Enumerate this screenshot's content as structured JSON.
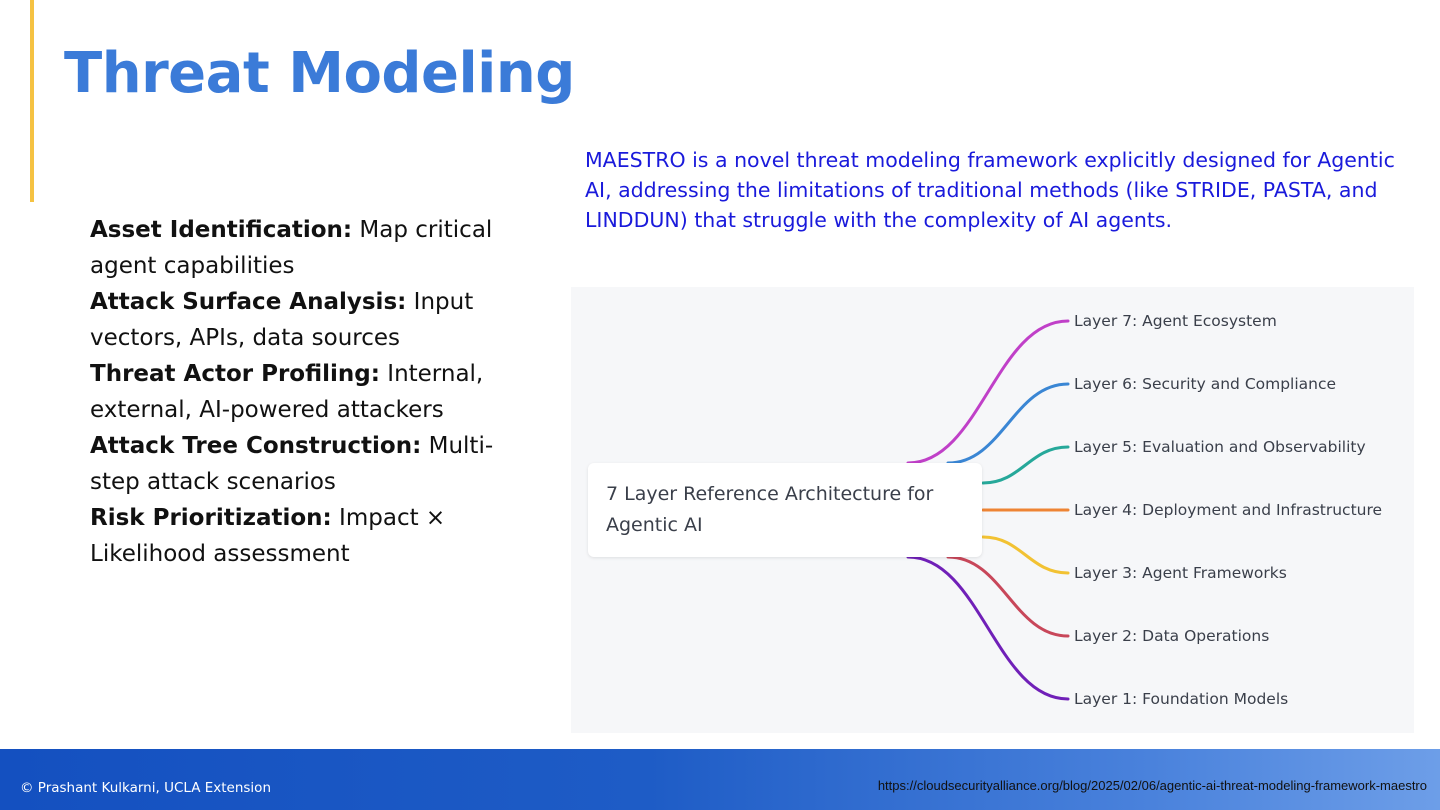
{
  "slide": {
    "title": "Threat Modeling",
    "bullets": [
      {
        "term": "Asset Identification:",
        "text": " Map critical agent capabilities"
      },
      {
        "term": "Attack Surface Analysis:",
        "text": " Input vectors, APIs, data sources"
      },
      {
        "term": "Threat Actor Profiling:",
        "text": " Internal, external, AI-powered attackers"
      },
      {
        "term": "Attack Tree Construction:",
        "text": " Multi-step attack scenarios"
      },
      {
        "term": "Risk Prioritization:",
        "text": " Impact × Likelihood assessment"
      }
    ],
    "intro": "MAESTRO is a novel threat modeling framework explicitly designed for Agentic AI, addressing the limitations of traditional methods (like STRIDE, PASTA, and LINDDUN) that struggle with the complexity of AI agents.",
    "accent_color": "#f5c242",
    "title_color": "#3b7bd8",
    "intro_color": "#1a1adb"
  },
  "diagram": {
    "root": "7 Layer Reference Architecture for Agentic AI",
    "layers": [
      {
        "label": "Layer 7: Agent Ecosystem",
        "color": "#c040c8"
      },
      {
        "label": "Layer 6: Security and Compliance",
        "color": "#3a86d4"
      },
      {
        "label": "Layer 5: Evaluation and Observability",
        "color": "#26a89a"
      },
      {
        "label": "Layer 4: Deployment and Infrastructure",
        "color": "#ee8434"
      },
      {
        "label": "Layer 3: Agent Frameworks",
        "color": "#f2c233"
      },
      {
        "label": "Layer 2: Data Operations",
        "color": "#c8475a"
      },
      {
        "label": "Layer 1: Foundation Models",
        "color": "#7020b8"
      }
    ]
  },
  "footer": {
    "copyright": "© Prashant Kulkarni, UCLA Extension",
    "source_url": "https://cloudsecurityalliance.org/blog/2025/02/06/agentic-ai-threat-modeling-framework-maestro"
  }
}
